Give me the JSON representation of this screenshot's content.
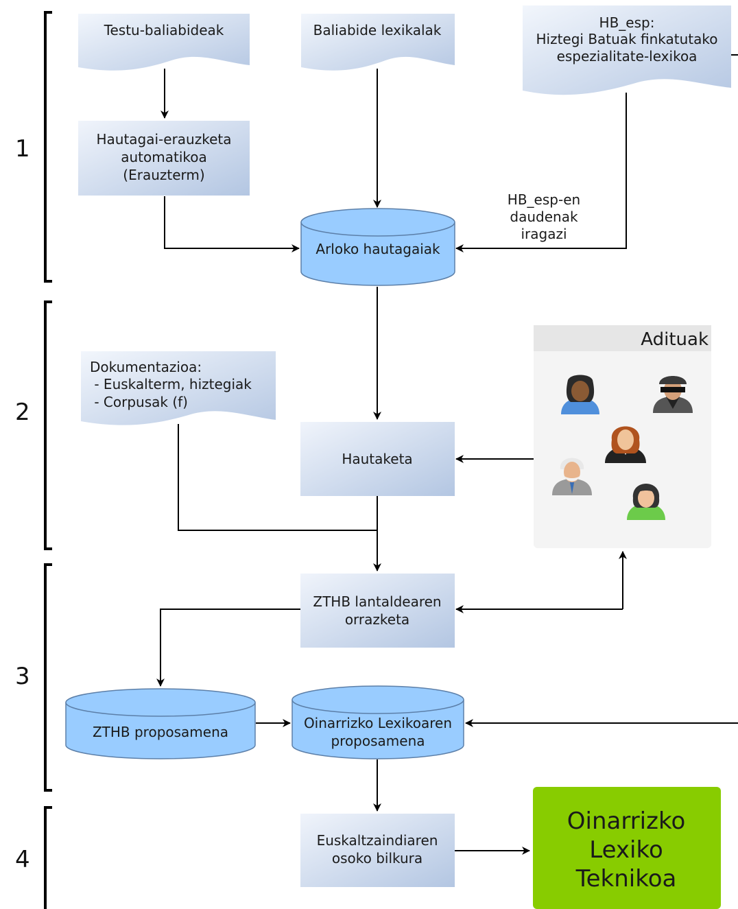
{
  "stages": [
    "1",
    "2",
    "3",
    "4"
  ],
  "documents": {
    "testu": [
      "Testu-baliabideak"
    ],
    "baliabide": [
      "Baliabide lexikalak"
    ],
    "hb_esp": [
      "HB_esp:",
      "Hiztegi Batuak finkatutako",
      "espezialitate-lexikoa"
    ],
    "dokumentazioa": [
      "Dokumentazioa:",
      " - Euskalterm, hiztegiak",
      " - Corpusak (f)"
    ]
  },
  "processes": {
    "hautagai": [
      "Hautagai-erauzketa",
      "automatikoa",
      "(Erauzterm)"
    ],
    "hautaketa": [
      "Hautaketa"
    ],
    "ztbh_orrazketa": [
      "ZTHB lantaldearen",
      "orrazketa"
    ],
    "euskaltzaindia": [
      "Euskaltzaindiaren",
      "osoko bilkura"
    ]
  },
  "databases": {
    "arloko": [
      "Arloko hautagaiak"
    ],
    "ztbh_prop": [
      "ZTHB proposamena"
    ],
    "oinarrizko_prop": [
      "Oinarrizko Lexikoaren",
      "proposamena"
    ]
  },
  "edge_labels": {
    "hb_filter": [
      "HB_esp-en",
      "daudenak",
      "iragazi"
    ]
  },
  "experts": {
    "title": "Adituak",
    "avatars": [
      "person-icon",
      "spy-icon",
      "woman-icon",
      "old-man-icon",
      "person-icon"
    ]
  },
  "final_output": [
    "Oinarrizko",
    "Lexiko",
    "Teknikoa"
  ],
  "colors": {
    "process_fill_start": "#eef3fa",
    "process_fill_end": "#b9cbe5",
    "database_fill": "#99ccff",
    "database_stroke": "#5c7fa8",
    "final_fill": "#88cc00",
    "experts_panel": "#f4f4f4"
  }
}
